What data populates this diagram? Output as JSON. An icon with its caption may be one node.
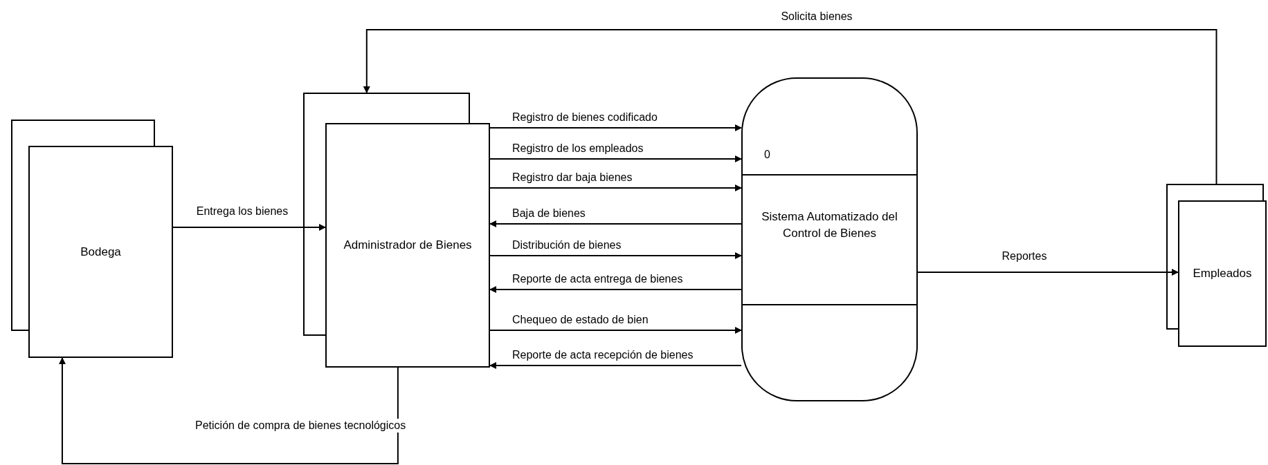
{
  "diagram": {
    "nodes": [
      {
        "text": [
          "Bodega"
        ]
      },
      {
        "text": [
          "Administrador de Bienes"
        ]
      },
      {
        "text": [
          "0",
          "Sistema Automatizado del Control de Bienes"
        ]
      },
      {
        "text": [
          "Empleados"
        ]
      }
    ],
    "edges": [
      {
        "from": 3,
        "to": 1,
        "arrow": "to",
        "label": "Solicita bienes"
      },
      {
        "from": 0,
        "to": 1,
        "arrow": "to",
        "label": "Entrega los bienes"
      },
      {
        "from": 1,
        "to": 2,
        "arrow": "to",
        "label": "Registro de bienes codificado"
      },
      {
        "from": 1,
        "to": 2,
        "arrow": "to",
        "label": "Registro de los empleados"
      },
      {
        "from": 1,
        "to": 2,
        "arrow": "to",
        "label": "Registro dar baja bienes"
      },
      {
        "from": 2,
        "to": 1,
        "arrow": "to",
        "label": "Baja de bienes"
      },
      {
        "from": 1,
        "to": 2,
        "arrow": "to",
        "label": "Distribución de bienes"
      },
      {
        "from": 2,
        "to": 1,
        "arrow": "to",
        "label": "Reporte de acta entrega de bienes"
      },
      {
        "from": 1,
        "to": 2,
        "arrow": "to",
        "label": "Chequeo de estado de bien"
      },
      {
        "from": 2,
        "to": 1,
        "arrow": "to",
        "label": "Reporte de acta recepción de bienes"
      },
      {
        "from": 2,
        "to": 3,
        "arrow": "to",
        "label": "Reportes"
      },
      {
        "from": 1,
        "to": 0,
        "arrow": "to",
        "label": "Petición de compra de bienes tecnológicos"
      }
    ]
  }
}
